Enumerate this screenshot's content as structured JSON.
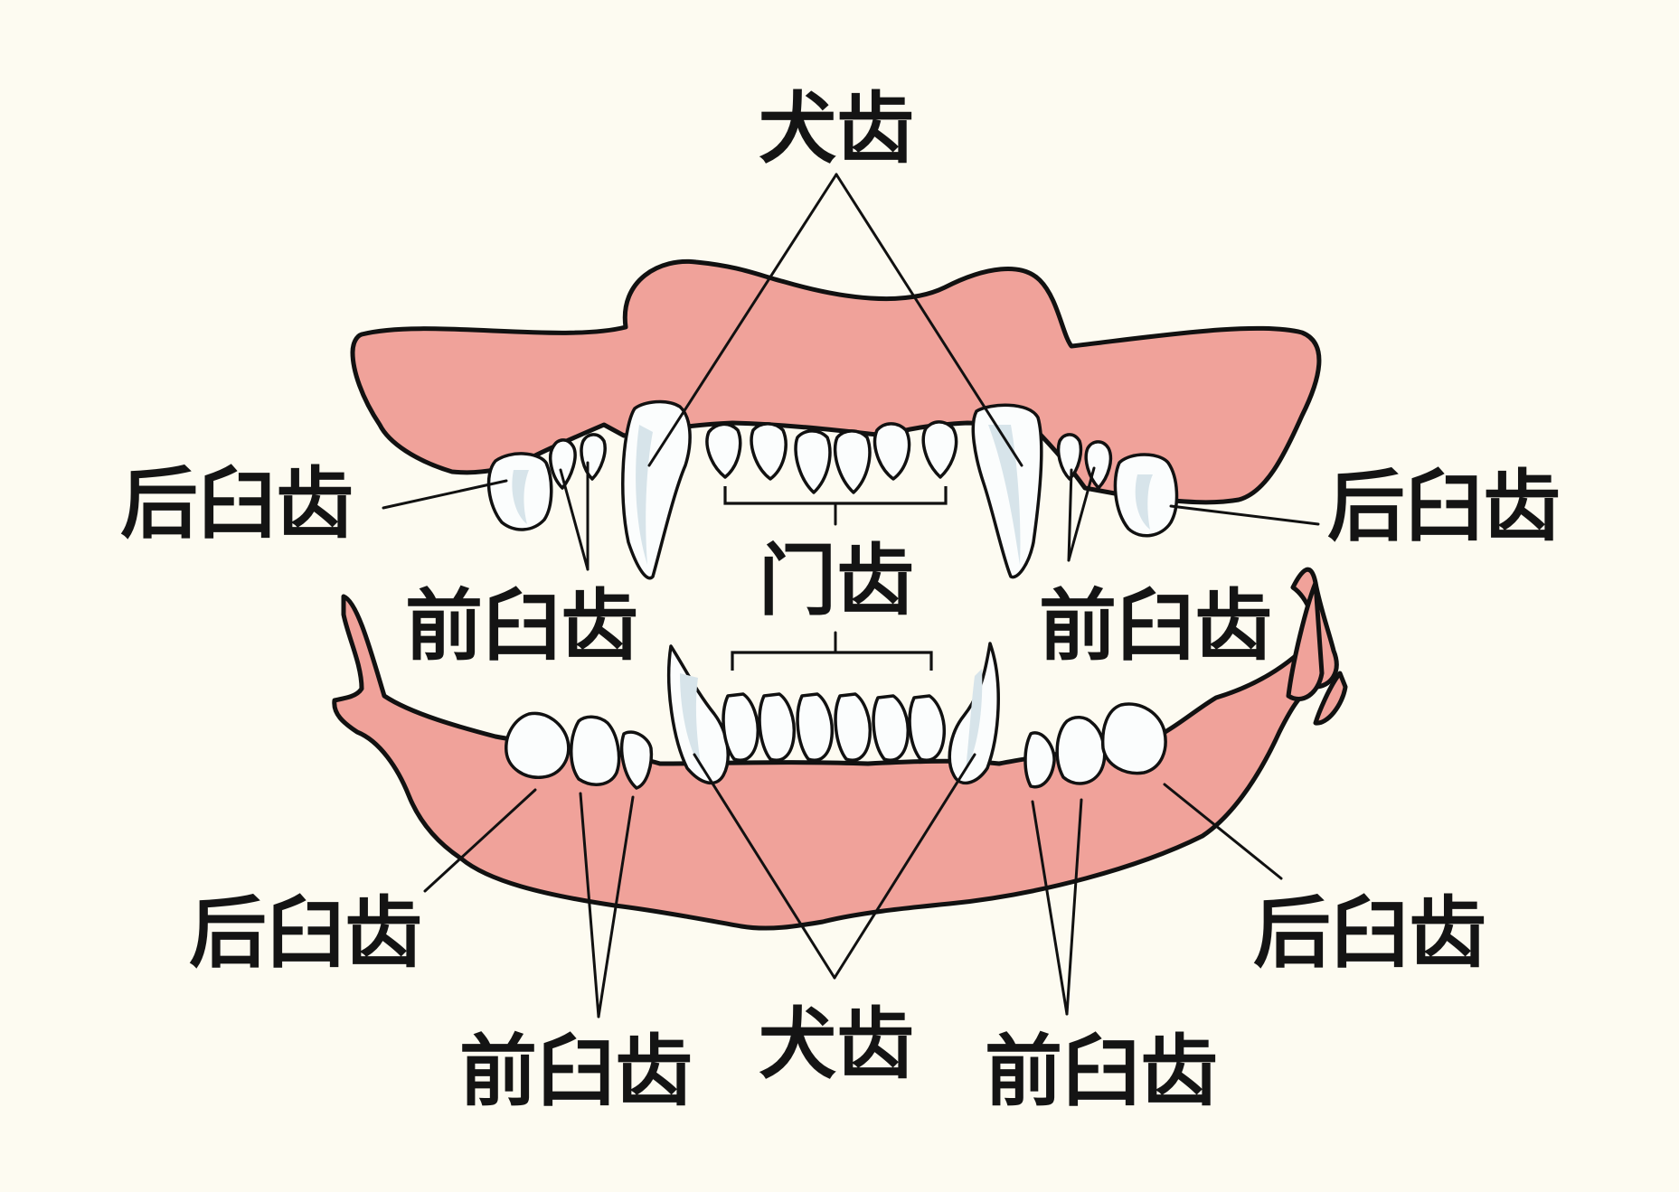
{
  "labels": {
    "canine_top": "犬齿",
    "canine_bottom": "犬齿",
    "incisors": "门齿",
    "molars_upper_left": "后臼齿",
    "molars_upper_right": "后臼齿",
    "molars_lower_left": "后臼齿",
    "molars_lower_right": "后臼齿",
    "premolars_upper_left": "前臼齿",
    "premolars_upper_right": "前臼齿",
    "premolars_lower_left": "前臼齿",
    "premolars_lower_right": "前臼齿"
  },
  "colors": {
    "background": "#fdfbf1",
    "gum": "#f0a29a",
    "tooth": "#fbfdfd",
    "outline": "#111111"
  }
}
